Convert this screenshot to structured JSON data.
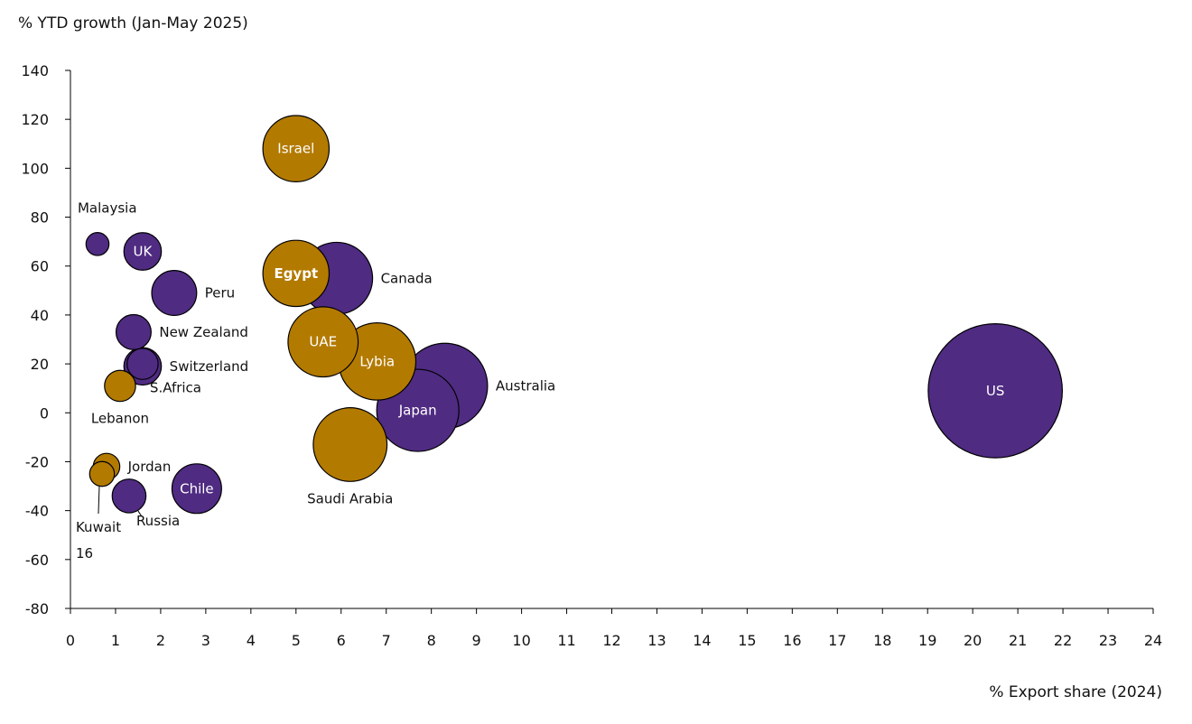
{
  "chart_data": {
    "type": "scatter",
    "subtype": "bubble",
    "ylabel": "% YTD growth (Jan-May 2025)",
    "xlabel": "% Export share (2024)",
    "xlim": [
      0,
      24
    ],
    "ylim": [
      -80,
      140
    ],
    "xticks": [
      0,
      1,
      2,
      3,
      4,
      5,
      6,
      7,
      8,
      9,
      10,
      11,
      12,
      13,
      14,
      15,
      16,
      17,
      18,
      19,
      20,
      21,
      22,
      23,
      24
    ],
    "yticks": [
      140,
      120,
      100,
      80,
      60,
      40,
      20,
      0,
      -20,
      -40,
      -60,
      -80
    ],
    "grid": false,
    "colors": {
      "purple": "#4f2b82",
      "gold": "#b37a00",
      "outline": "#000000"
    },
    "points": [
      {
        "label": "US",
        "x": 20.5,
        "y": 9,
        "size": 20.5,
        "color": "purple",
        "label_pos": "inside"
      },
      {
        "label": "Australia",
        "x": 8.3,
        "y": 11,
        "size": 8.3,
        "color": "purple",
        "label_pos": "right"
      },
      {
        "label": "Japan",
        "x": 7.7,
        "y": 1,
        "size": 7.7,
        "color": "purple",
        "label_pos": "inside"
      },
      {
        "label": "Canada",
        "x": 5.9,
        "y": 55,
        "size": 5.9,
        "color": "purple",
        "label_pos": "right"
      },
      {
        "label": "Saudi Arabia",
        "x": 6.2,
        "y": -13,
        "size": 6.2,
        "color": "gold",
        "label_pos": "below"
      },
      {
        "label": "Lybia",
        "x": 6.8,
        "y": 21,
        "size": 6.8,
        "color": "gold",
        "label_pos": "inside"
      },
      {
        "label": "UAE",
        "x": 5.6,
        "y": 29,
        "size": 5.6,
        "color": "gold",
        "label_pos": "inside"
      },
      {
        "label": "Egypt",
        "x": 5.0,
        "y": 57,
        "size": 5.0,
        "color": "gold",
        "label_pos": "inside",
        "bold": true
      },
      {
        "label": "Israel",
        "x": 5.0,
        "y": 108,
        "size": 5.0,
        "color": "gold",
        "label_pos": "inside"
      },
      {
        "label": "Chile",
        "x": 2.8,
        "y": -31,
        "size": 2.8,
        "color": "purple",
        "label_pos": "inside"
      },
      {
        "label": "Peru",
        "x": 2.3,
        "y": 49,
        "size": 2.3,
        "color": "purple",
        "label_pos": "right"
      },
      {
        "label": "Switzerland",
        "x": 1.6,
        "y": 19,
        "size": 1.6,
        "color": "purple",
        "label_pos": "right"
      },
      {
        "label": "UK",
        "x": 1.6,
        "y": 66,
        "size": 1.6,
        "color": "purple",
        "label_pos": "inside"
      },
      {
        "label": "New Zealand",
        "x": 1.4,
        "y": 33,
        "size": 1.4,
        "color": "purple",
        "label_pos": "right"
      },
      {
        "label": "Russia",
        "x": 1.3,
        "y": -34,
        "size": 1.3,
        "color": "purple",
        "label_pos": "below-right"
      },
      {
        "label": "S.Africa",
        "x": 1.6,
        "y": 20,
        "size": 1.1,
        "color": "purple",
        "label_pos": "below-right"
      },
      {
        "label": "Lebanon",
        "x": 1.1,
        "y": 11,
        "size": 1.1,
        "color": "gold",
        "label_pos": "below"
      },
      {
        "label": "Jordan",
        "x": 0.8,
        "y": -22,
        "size": 0.8,
        "color": "gold",
        "label_pos": "right"
      },
      {
        "label": "Kuwait",
        "x": 0.7,
        "y": -25,
        "size": 0.7,
        "color": "gold",
        "label_pos": "below-leader"
      },
      {
        "label": "Malaysia",
        "x": 0.6,
        "y": 69,
        "size": 0.6,
        "color": "purple",
        "label_pos": "above"
      }
    ],
    "annotations": [
      "16"
    ]
  }
}
